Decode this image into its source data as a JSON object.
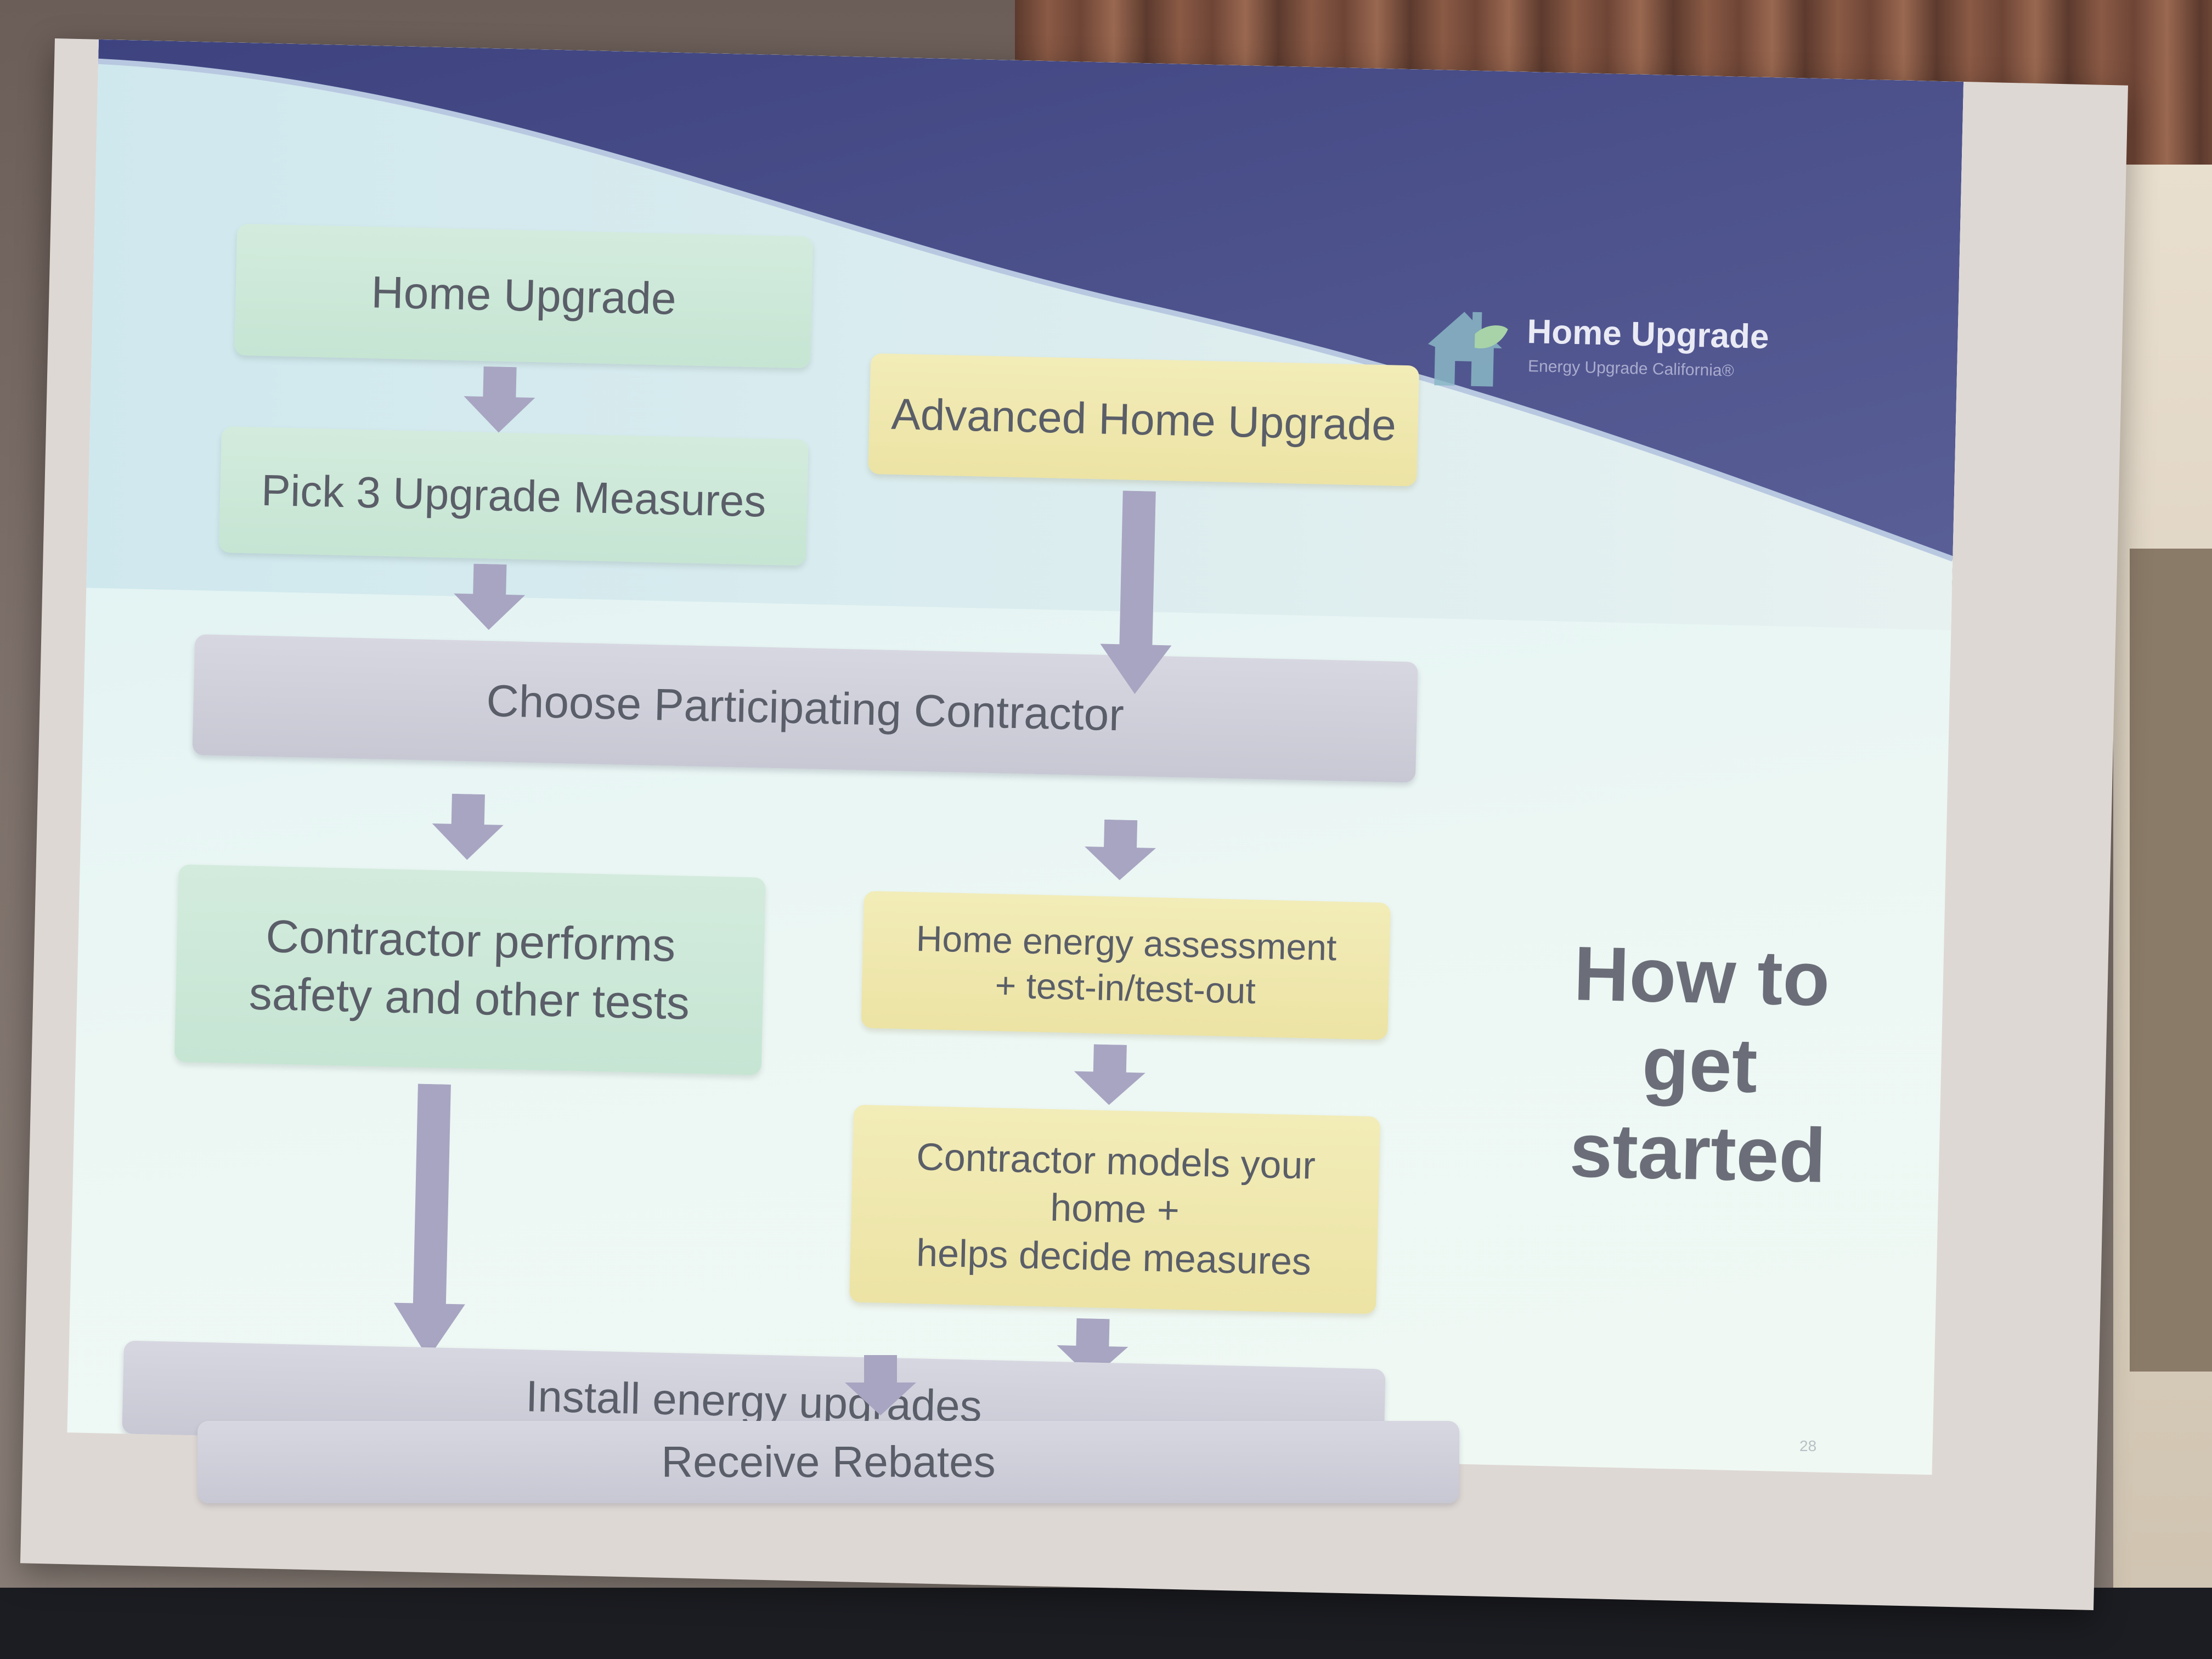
{
  "logo": {
    "title": "Home Upgrade",
    "subtitle": "Energy Upgrade California®",
    "icon": "house-leaf-icon"
  },
  "side_title": {
    "line1": "How to",
    "line2": "get started"
  },
  "left_column": {
    "home_upgrade": "Home Upgrade",
    "pick_measures": "Pick 3 Upgrade Measures",
    "contractor_tests_line1": "Contractor performs",
    "contractor_tests_line2": "safety and other tests"
  },
  "right_column": {
    "advanced": "Advanced Home Upgrade",
    "assessment_line1": "Home energy assessment",
    "assessment_line2": "+ test-in/test-out",
    "models_line1": "Contractor models your",
    "models_line2": "home +",
    "models_line3": "helps decide measures"
  },
  "shared": {
    "choose_contractor": "Choose Participating Contractor",
    "install": "Install energy upgrades",
    "rebates": "Receive Rebates"
  },
  "page_number": "28",
  "colors": {
    "green_box": "#c6e5d3",
    "yellow_box": "#ece3a4",
    "grey_box": "#c8c8d4",
    "arrow": "#a8a5c2",
    "wave_band": "#4a4f86"
  }
}
